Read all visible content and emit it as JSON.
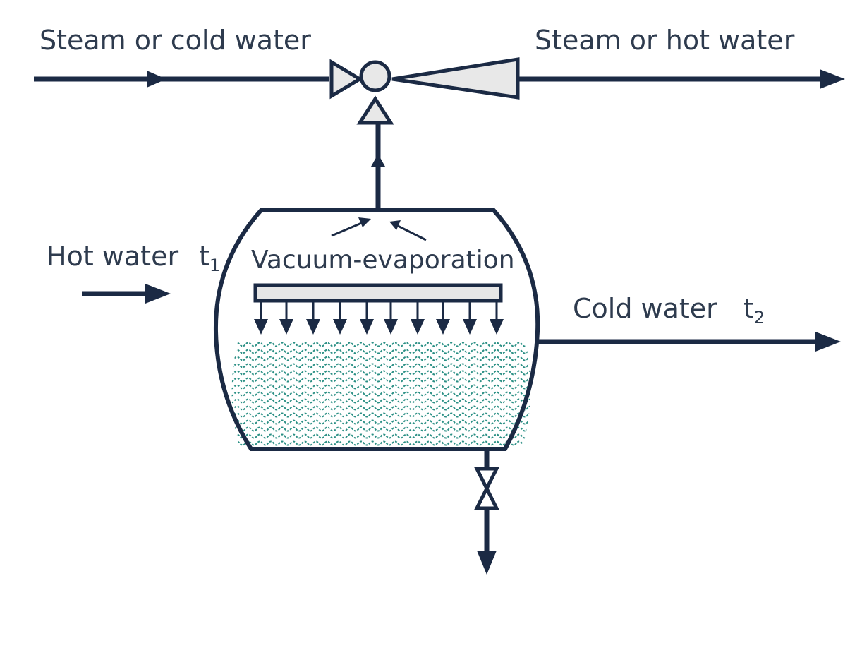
{
  "labels": {
    "inlet_top": "Steam or cold water",
    "outlet_top": "Steam or hot water",
    "hot_water": "Hot water",
    "hot_temp_main": "t",
    "hot_temp_sub": "1",
    "process": "Vacuum-evaporation",
    "cold_water": "Cold water",
    "cold_temp_main": "t",
    "cold_temp_sub": "2"
  },
  "colors": {
    "line": "#1b2a44",
    "text": "#2e3b4e",
    "water": "#2a8f84",
    "fill_light": "#e8e8e8"
  }
}
